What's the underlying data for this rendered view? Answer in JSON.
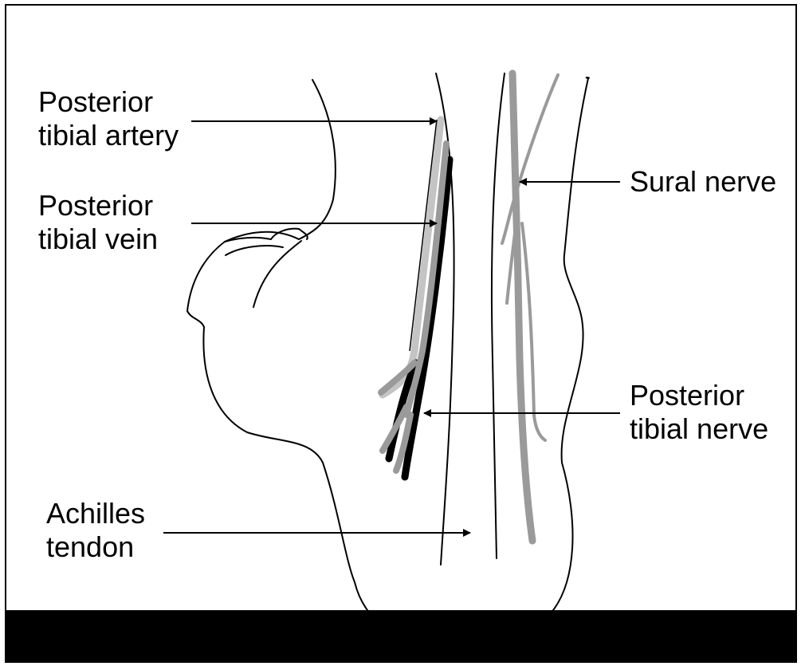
{
  "labels": {
    "posterior_tibial_artery": [
      "Posterior",
      "tibial artery"
    ],
    "posterior_tibial_vein": [
      "Posterior",
      "tibial vein"
    ],
    "sural_nerve": [
      "Sural nerve"
    ],
    "posterior_tibial_nerve": [
      "Posterior",
      "tibial nerve"
    ],
    "achilles_tendon": [
      "Achilles",
      "tendon"
    ]
  },
  "colors": {
    "frame": "#000000",
    "floor": "#000000",
    "artery": "#c4c4c4",
    "vein": "#000000",
    "nerve": "#9a9a9a",
    "outline": "#000000"
  }
}
